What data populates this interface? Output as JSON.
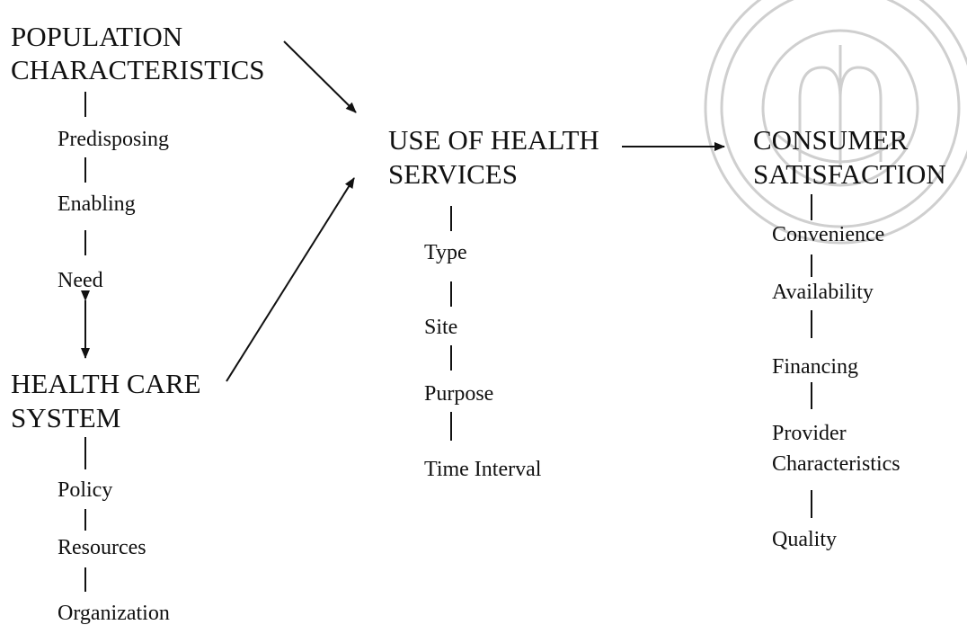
{
  "diagram": {
    "colors": {
      "ink": "#111111",
      "watermark": "#cfcfcf"
    },
    "population": {
      "title_line1": "POPULATION",
      "title_line2": "CHARACTERISTICS",
      "items": [
        "Predisposing",
        "Enabling",
        "Need"
      ]
    },
    "health_care_system": {
      "title_line1": "HEALTH CARE",
      "title_line2": "SYSTEM",
      "items": [
        "Policy",
        "Resources",
        "Organization"
      ]
    },
    "use_of_services": {
      "title_line1": "USE OF HEALTH",
      "title_line2": "SERVICES",
      "items": [
        "Type",
        "Site",
        "Purpose",
        "Time Interval"
      ]
    },
    "consumer_satisfaction": {
      "title_line1": "CONSUMER",
      "title_line2": "SATISFACTION",
      "items": [
        "Convenience",
        "Availability",
        "Financing",
        "Provider",
        "Characteristics",
        "Quality"
      ]
    },
    "watermark": {
      "icon": "university-seal-watermark-icon"
    }
  }
}
